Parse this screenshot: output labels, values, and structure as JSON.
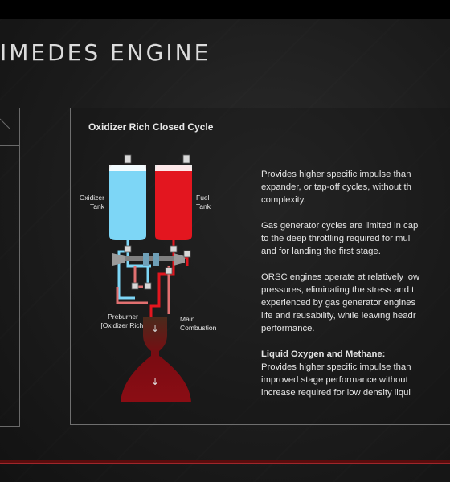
{
  "page": {
    "title": "IMEDES ENGINE"
  },
  "card": {
    "title": "Oxidizer Rich Closed Cycle",
    "diagram": {
      "labels": {
        "oxidizer_tank": "Oxidizer\nTank",
        "fuel_tank": "Fuel\nTank",
        "preburner": "Preburner\n[Oxidizer Rich]",
        "main_combustion": "Main\nCombustion"
      },
      "colors": {
        "oxidizer": "#7dd6f6",
        "fuel": "#e3161f",
        "combustion_top": "#4a2a1c",
        "nozzle": "#8b0d14"
      }
    },
    "text": {
      "p1": "Provides higher specific impulse than\nexpander, or tap-off cycles, without th\ncomplexity.",
      "p2": "Gas generator cycles are limited in cap\nto the deep throttling required for mul\nand for landing the first stage.",
      "p3": "ORSC engines operate at relatively low\npressures, eliminating the stress and t\nexperienced by gas generator engines\nlife and reusability, while leaving headr\nperformance.",
      "subhead": "Liquid Oxygen and Methane:",
      "p4": "Provides higher specific impulse than\nimproved stage performance without\nincrease required for low density liqui"
    }
  }
}
